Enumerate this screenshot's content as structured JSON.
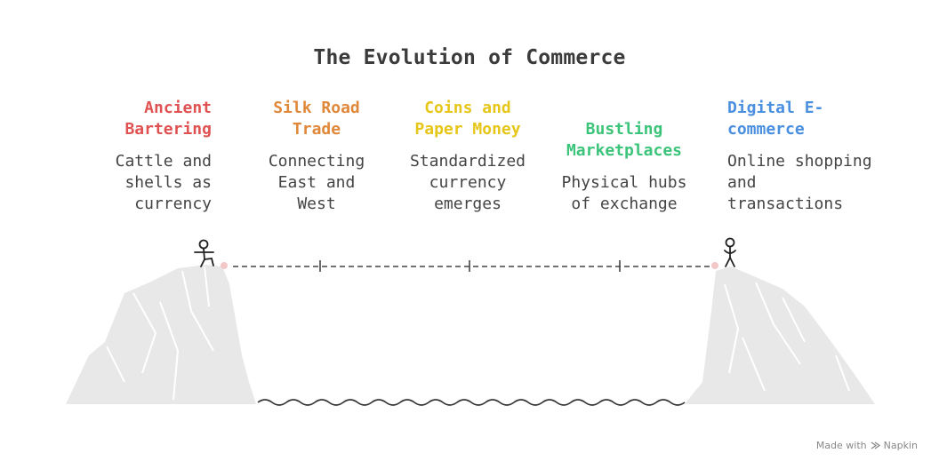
{
  "title": "The Evolution of Commerce",
  "milestones": [
    {
      "heading": "Ancient\nBartering",
      "description": "Cattle and\nshells as\ncurrency",
      "color": "#e05252"
    },
    {
      "heading": "Silk Road\nTrade",
      "description": "Connecting\nEast and\nWest",
      "color": "#e0883a"
    },
    {
      "heading": "Coins and\nPaper Money",
      "description": "Standardized\ncurrency\nemerges",
      "color": "#e6c619"
    },
    {
      "heading": "Bustling\nMarketplaces",
      "description": "Physical hubs\nof exchange",
      "color": "#3cc47a"
    },
    {
      "heading": "Digital E-\ncommerce",
      "description": "Online shopping\nand\ntransactions",
      "color": "#4a8fe0"
    }
  ],
  "footer": {
    "text": "Made with",
    "brand": "Napkin"
  }
}
